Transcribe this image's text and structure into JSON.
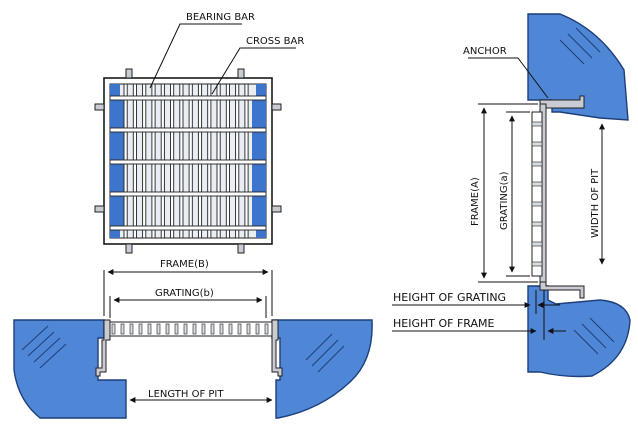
{
  "labels": {
    "bearing_bar": "BEARING BAR",
    "cross_bar": "CROSS BAR",
    "frame_b": "FRAME(B)",
    "grating_b": "GRATING(b)",
    "length_of_pit": "LENGTH OF PIT",
    "anchor": "ANCHOR",
    "frame_a": "FRAME(A)",
    "grating_a": "GRATING(a)",
    "width_of_pit": "WIDTH OF PIT",
    "height_of_grating": "HEIGHT OF GRATING",
    "height_of_frame": "HEIGHT OF FRAME"
  },
  "colors": {
    "pit_fill": "#4f86d6",
    "pit_outline": "#1d3f7a",
    "frame_gray": "#c9ccd3",
    "line": "#111111"
  }
}
